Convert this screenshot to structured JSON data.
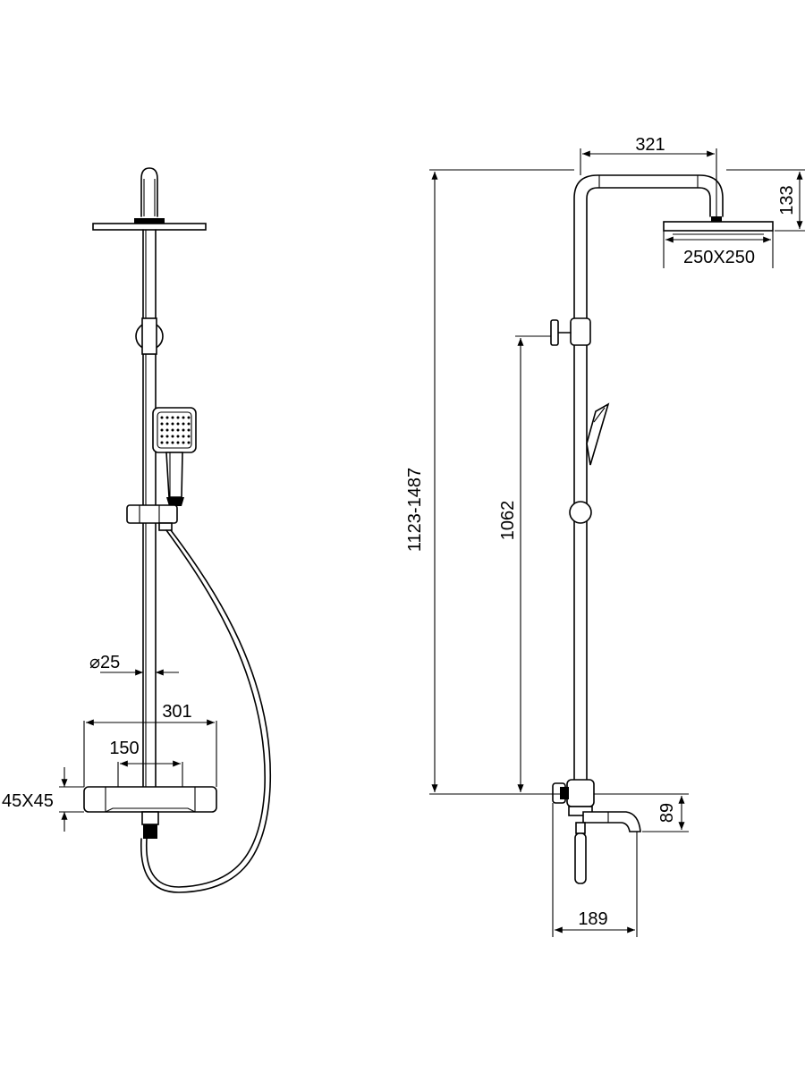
{
  "dimensions": {
    "diameter": "⌀25",
    "length_301": "301",
    "length_150": "150",
    "section": "45X45",
    "top_arm": "321",
    "head_drop": "133",
    "head_size": "250X250",
    "height_range": "1123-1487",
    "height_1062": "1062",
    "spout_drop": "89",
    "spout_reach": "189"
  },
  "colors": {
    "line": "#000000",
    "background": "#ffffff"
  }
}
